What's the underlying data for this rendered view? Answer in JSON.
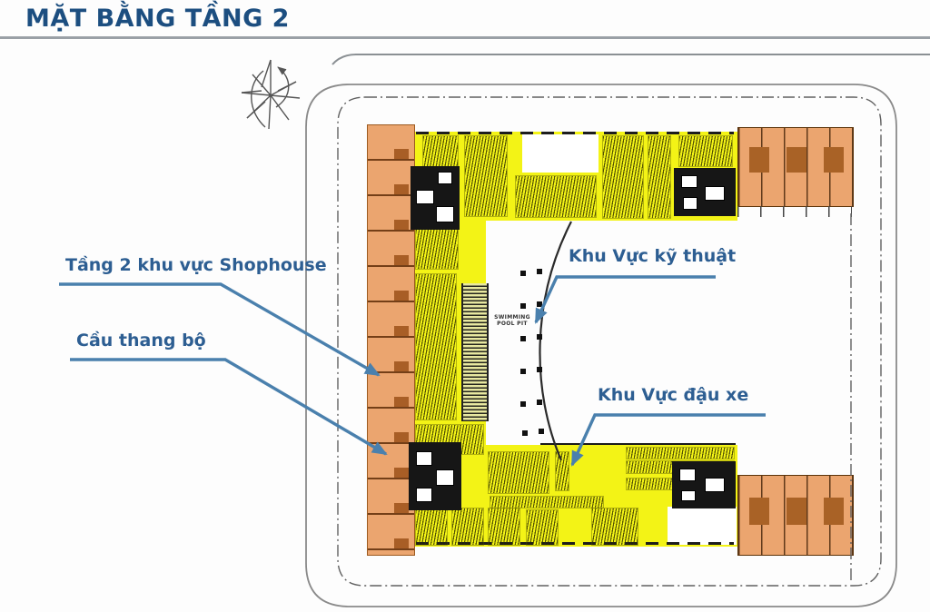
{
  "title": "MẶT BẰNG TẦNG 2",
  "labels": {
    "shophouse": "Tầng 2 khu vực Shophouse",
    "stairs": "Cầu thang bộ",
    "technical": "Khu Vực kỹ thuật",
    "parking": "Khu Vực đậu xe"
  },
  "plan": {
    "pool_line1": "SWIMMING",
    "pool_line2": "POOL PIT"
  },
  "colors": {
    "title_text": "#1c4e80",
    "label_text": "#2d5e92",
    "leader_line": "#4a80ad",
    "shophouse_fill": "#eba56f",
    "parking_fill": "#f3f316",
    "core_fill": "#161616",
    "boundary_line": "#8a8a8a"
  }
}
